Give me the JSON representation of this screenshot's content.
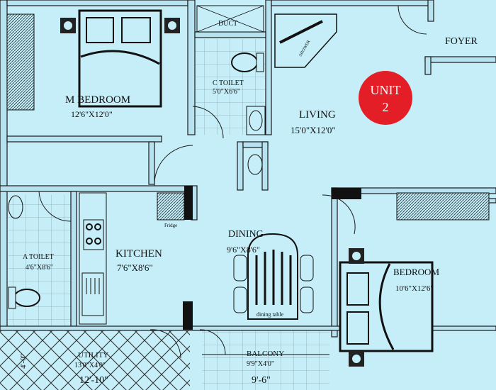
{
  "unit_badge": {
    "line1": "UNIT",
    "line2": "2",
    "color": "#e41e26"
  },
  "rooms": {
    "m_bedroom": {
      "name": "M BEDROOM",
      "size": "12'6\"X12'0\""
    },
    "c_toilet": {
      "name": "C TOILET",
      "size": "5'0\"X6'6\""
    },
    "duct": {
      "name": "DUCT"
    },
    "living": {
      "name": "LIVING",
      "size": "15'0\"X12'0\""
    },
    "foyer": {
      "name": "FOYER"
    },
    "a_toilet": {
      "name": "A TOILET",
      "size": "4'6\"X8'6\""
    },
    "kitchen": {
      "name": "KITCHEN",
      "size": "7'6\"X8'6\""
    },
    "dining": {
      "name": "DINING",
      "size": "9'6\"X8'6\""
    },
    "bedroom": {
      "name": "BEDROOM",
      "size": "10'6\"X12'6\""
    },
    "utility": {
      "name": "UTILITY",
      "size": "13'0\"X4'0\""
    },
    "balcony": {
      "name": "BALCONY",
      "size": "9'9\"X4'0\""
    }
  },
  "fixtures": {
    "fridge": "Fridge",
    "dining_table": "dining table",
    "shower": "SHOWER"
  },
  "dimensions": {
    "utility_width": "12'-10\"",
    "balcony_width": "9'-6\"",
    "utility_depth": "4'-0\""
  },
  "colors": {
    "floor": "#c6eef8",
    "wall": "#b7e3f0",
    "line": "#1a1a1a"
  }
}
